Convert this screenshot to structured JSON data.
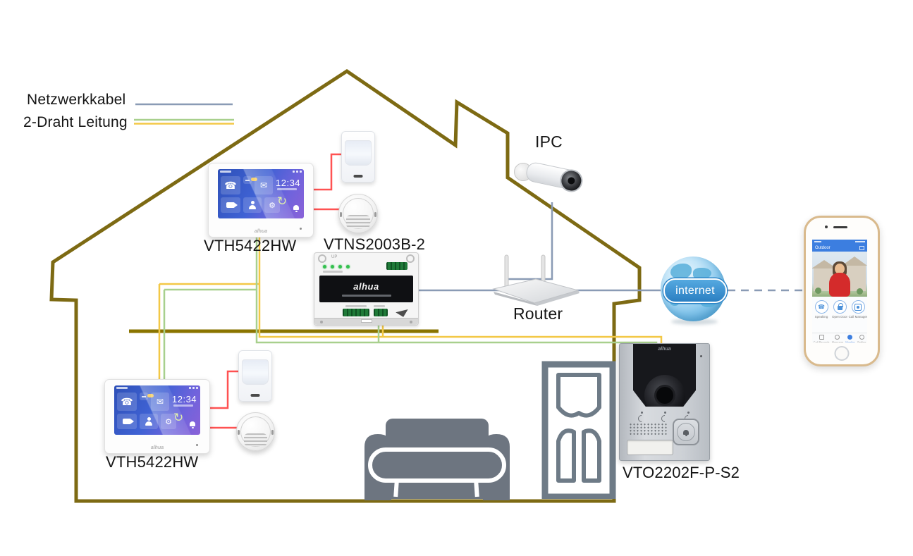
{
  "legend": {
    "network_label": "Netzwerkkabel",
    "twowire_label": "2-Draht Leitung"
  },
  "labels": {
    "monitor_top": "VTH5422HW",
    "monitor_bottom": "VTH5422HW",
    "switch": "VTNS2003B-2",
    "ipc": "IPC",
    "router": "Router",
    "internet": "internet",
    "vto": "VTO2202F-P-S2"
  },
  "brand": "alhua",
  "switch_marking": "UP",
  "monitor_screen": {
    "clock": "12:34"
  },
  "phone_app": {
    "header": "Outdoor",
    "buttons": [
      {
        "label": "Speaking",
        "icon": "phone-icon"
      },
      {
        "label": "Open Door",
        "icon": "unlock-icon"
      },
      {
        "label": "Call Manager",
        "icon": "manager-icon"
      }
    ],
    "tabs": [
      {
        "label": "Call Records"
      },
      {
        "label": "Message"
      },
      {
        "label": "Monitor"
      },
      {
        "label": "Setting"
      }
    ]
  },
  "colors": {
    "house_outline": "#7d6a13",
    "interior_line": "#8a7400",
    "network_cable": "#8a9bb5",
    "wire_yellow": "#f3c846",
    "wire_green": "#a8d08d",
    "alarm_cable": "#ff5252"
  }
}
